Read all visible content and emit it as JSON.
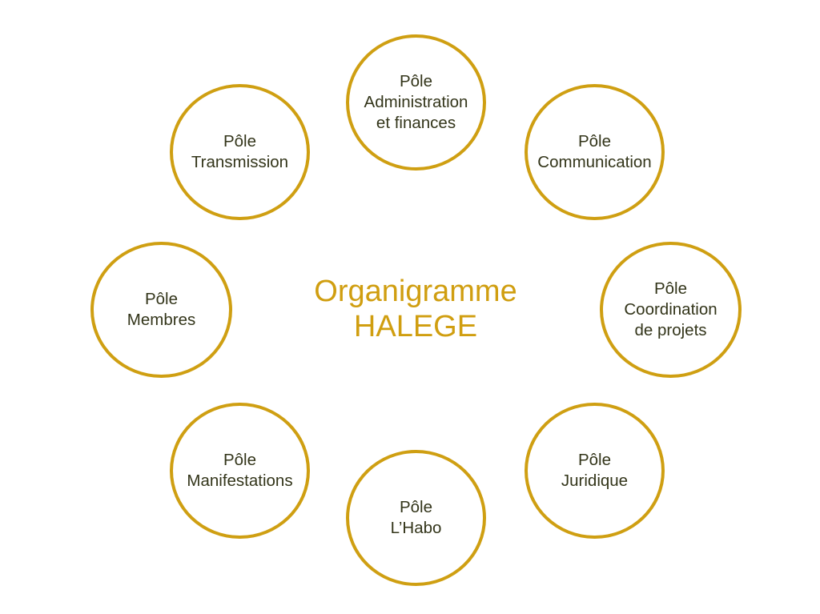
{
  "title": {
    "line1": "Organigramme",
    "line2": "HALEGE"
  },
  "accent_color": "#CF9F12",
  "poles": [
    {
      "lines": [
        "Pôle",
        "Administration",
        "et finances"
      ]
    },
    {
      "lines": [
        "Pôle",
        "Communication"
      ]
    },
    {
      "lines": [
        "Pôle",
        "Coordination",
        "de projets"
      ]
    },
    {
      "lines": [
        "Pôle",
        "Juridique"
      ]
    },
    {
      "lines": [
        "Pôle",
        "L’Habo"
      ]
    },
    {
      "lines": [
        "Pôle",
        "Manifestations"
      ]
    },
    {
      "lines": [
        "Pôle",
        "Membres"
      ]
    },
    {
      "lines": [
        "Pôle",
        "Transmission"
      ]
    }
  ]
}
